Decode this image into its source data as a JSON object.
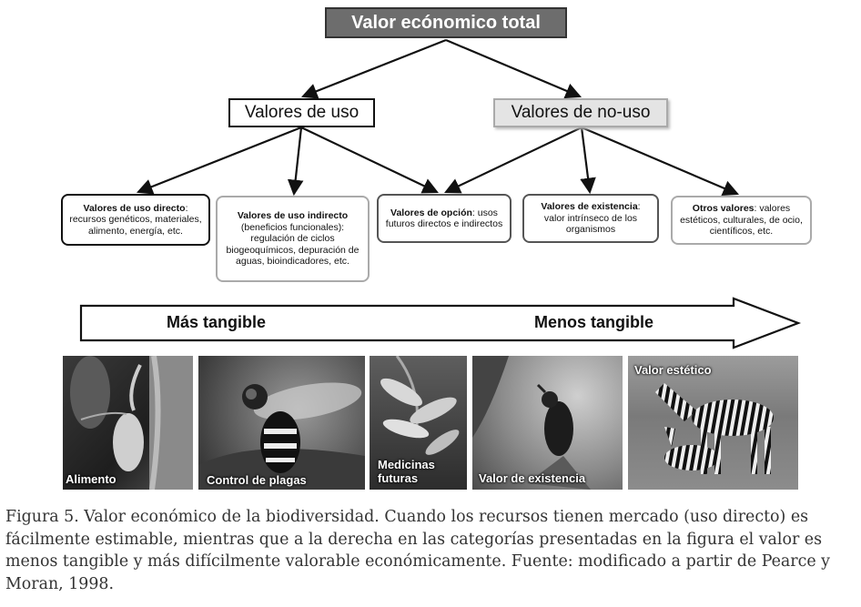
{
  "title": "Valor ecónomico total",
  "level2": {
    "uso": "Valores de uso",
    "nouso": "Valores de no-uso"
  },
  "leaves": {
    "directo": {
      "head": "Valores de uso directo",
      "body": ": recursos genéticos, materiales, alimento, energía, etc."
    },
    "indirecto": {
      "head": "Valores de uso indirecto",
      "body": "(beneficios funcionales): regulación de ciclos biogeoquímicos, depuración de aguas, bioindicadores, etc."
    },
    "opcion": {
      "head": "Valores de opción",
      "body": ": usos futuros directos e indirectos"
    },
    "existencia": {
      "head": "Valores de existencia",
      "body": ": valor intrínseco de los organismos"
    },
    "otros": {
      "head": "Otros valores",
      "body": ": valores estéticos, culturales, de ocio, científicos, etc."
    }
  },
  "tangibility": {
    "left": "Más tangible",
    "right": "Menos tangible"
  },
  "photos": [
    {
      "label": "Alimento",
      "icon": "fruit-photo"
    },
    {
      "label": "Control de plagas",
      "icon": "hoverfly-photo"
    },
    {
      "label": "Medicinas futuras",
      "icon": "flower-photo"
    },
    {
      "label": "Valor de existencia",
      "icon": "eagle-photo"
    },
    {
      "label": "Valor estético",
      "icon": "zebra-photo"
    }
  ],
  "caption": "Figura 5. Valor económico de la biodiversidad. Cuando los recursos tienen mercado (uso directo) es fácilmente estimable, mientras que a la derecha en las categorías presentadas en la figura el valor es menos tangible y más difícilmente valorable económicamente. Fuente: modificado a partir de Pearce y Moran, 1998.",
  "colors": {
    "title_bg": "#6d6d6d",
    "nouso_bg": "#e4e4e4"
  }
}
